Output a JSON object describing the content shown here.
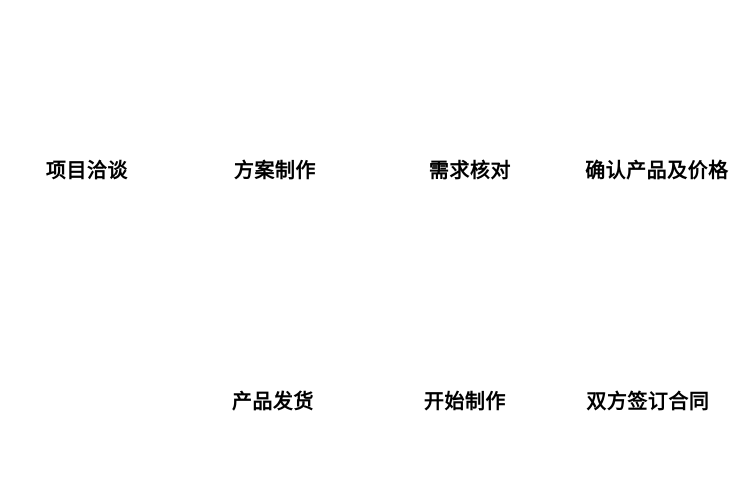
{
  "page": {
    "background_color": "#ffffff",
    "text_color": "#000000"
  },
  "flow": {
    "rows": [
      {
        "items": [
          {
            "label": "项目洽谈"
          },
          {
            "label": "方案制作"
          },
          {
            "label": "需求核对"
          },
          {
            "label": "确认产品及价格"
          }
        ]
      },
      {
        "items": [
          {
            "label": "产品发货"
          },
          {
            "label": "开始制作"
          },
          {
            "label": "双方签订合同"
          }
        ]
      }
    ]
  }
}
